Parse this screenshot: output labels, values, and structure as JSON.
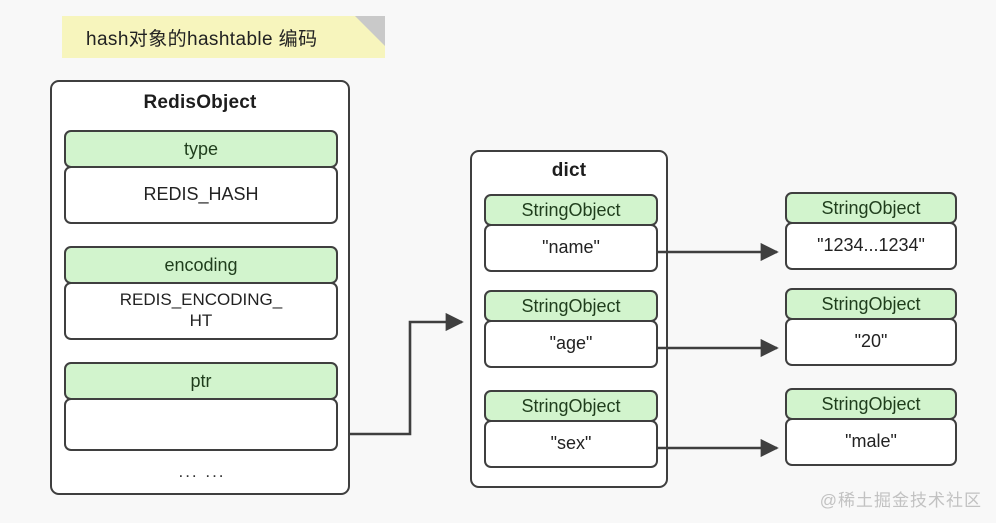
{
  "banner": {
    "text": "hash对象的hashtable 编码",
    "bg_color": "#f7f5bd",
    "fold_color": "#c9c9c9"
  },
  "colors": {
    "background": "#f8f8f8",
    "green_fill": "#d2f4cd",
    "box_border": "#3f3f3f",
    "white_fill": "#ffffff",
    "text": "#222222",
    "watermark": "#c2c2c2"
  },
  "redis_object": {
    "title": "RedisObject",
    "fields": [
      {
        "label": "type",
        "value": "REDIS_HASH"
      },
      {
        "label": "encoding",
        "value": "REDIS_ENCODING_\nHT"
      },
      {
        "label": "ptr",
        "value": ""
      }
    ],
    "footer": "... ..."
  },
  "dict": {
    "title": "dict",
    "entries": [
      {
        "label": "StringObject",
        "value": "\"name\""
      },
      {
        "label": "StringObject",
        "value": "\"age\""
      },
      {
        "label": "StringObject",
        "value": "\"sex\""
      }
    ]
  },
  "values": [
    {
      "label": "StringObject",
      "value": "\"1234...1234\""
    },
    {
      "label": "StringObject",
      "value": "\"20\""
    },
    {
      "label": "StringObject",
      "value": "\"male\""
    }
  ],
  "watermark": "@稀土掘金技术社区"
}
